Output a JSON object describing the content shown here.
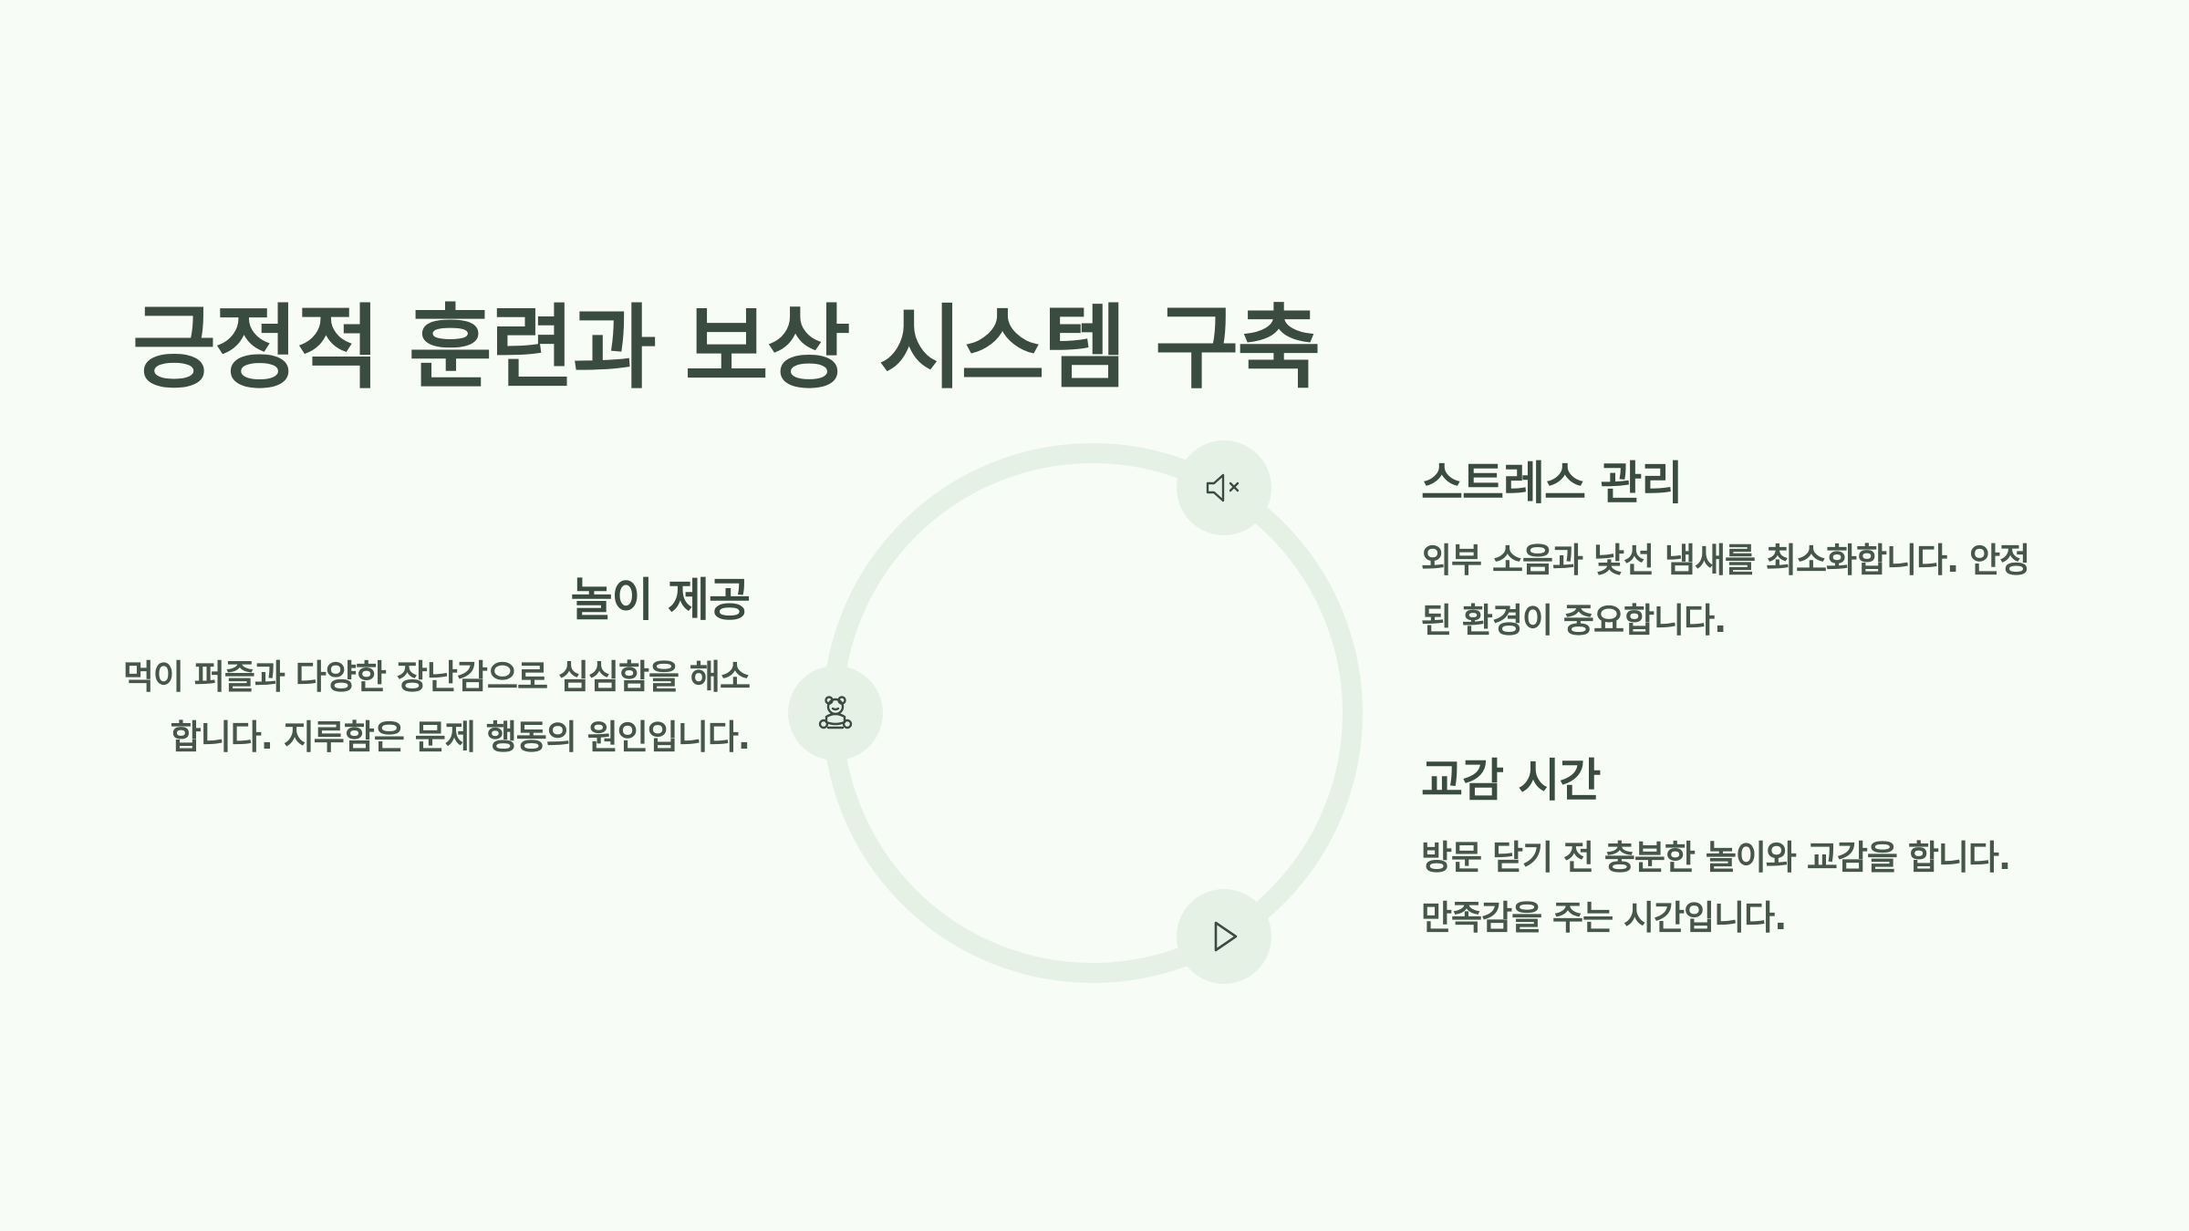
{
  "title": "긍정적 훈련과 보상 시스템 구축",
  "items": [
    {
      "heading": "놀이 제공",
      "body": "먹이 퍼즐과 다양한 장난감으로 심심함을 해소합니다. 지루함은 문제 행동의 원인입니다.",
      "icon": "teddy-bear-icon"
    },
    {
      "heading": "스트레스 관리",
      "body": "외부 소음과 낯선 냄새를 최소화합니다. 안정된 환경이 중요합니다.",
      "icon": "speaker-muted-icon"
    },
    {
      "heading": "교감 시간",
      "body": "방문 닫기 전 충분한 놀이와 교감을 합니다. 만족감을 주는 시간입니다.",
      "icon": "play-icon"
    }
  ],
  "colors": {
    "background": "#f7fcf6",
    "text": "#3a4b3f",
    "ring": "#e6f1e6"
  }
}
